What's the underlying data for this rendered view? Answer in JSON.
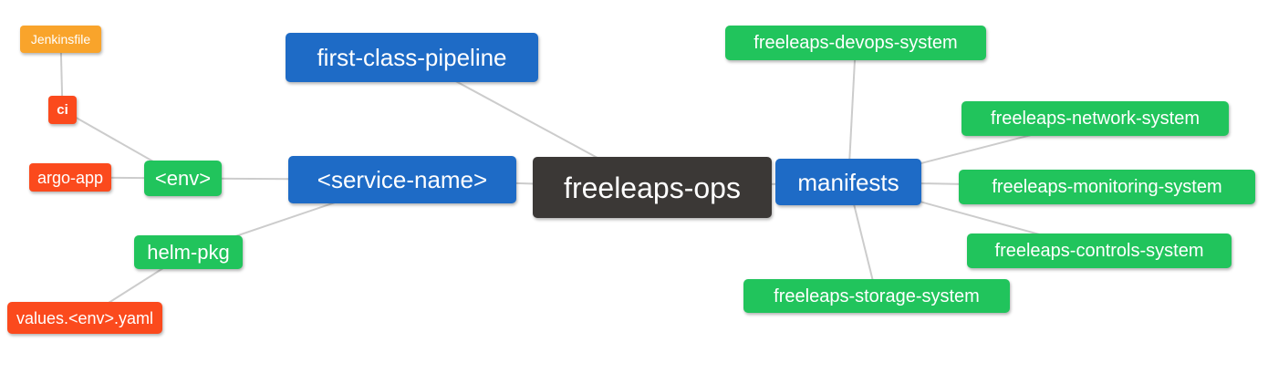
{
  "diagram": {
    "type": "mindmap",
    "root": "freeleaps-ops",
    "palette": {
      "dark": "#3b3836",
      "blue": "#1e6bc6",
      "green": "#21c45c",
      "red": "#fb4a1d",
      "amber": "#f9a42b",
      "line": "#cccccc",
      "text": "#ffffff",
      "background": "#ffffff"
    },
    "nodes": [
      {
        "id": "freeleaps-ops",
        "label": "freeleaps-ops",
        "color": "dark"
      },
      {
        "id": "first-class-pipeline",
        "label": "first-class-pipeline",
        "color": "blue"
      },
      {
        "id": "service-name",
        "label": "<service-name>",
        "color": "blue"
      },
      {
        "id": "manifests",
        "label": "manifests",
        "color": "blue"
      },
      {
        "id": "env",
        "label": "<env>",
        "color": "green"
      },
      {
        "id": "helm-pkg",
        "label": "helm-pkg",
        "color": "green"
      },
      {
        "id": "argo-app",
        "label": "argo-app",
        "color": "red"
      },
      {
        "id": "ci",
        "label": "ci",
        "color": "red"
      },
      {
        "id": "jenkinsfile",
        "label": "Jenkinsfile",
        "color": "amber"
      },
      {
        "id": "values-env-yaml",
        "label": "values.<env>.yaml",
        "color": "red"
      },
      {
        "id": "freeleaps-devops-system",
        "label": "freeleaps-devops-system",
        "color": "green"
      },
      {
        "id": "freeleaps-network-system",
        "label": "freeleaps-network-system",
        "color": "green"
      },
      {
        "id": "freeleaps-monitoring-system",
        "label": "freeleaps-monitoring-system",
        "color": "green"
      },
      {
        "id": "freeleaps-controls-system",
        "label": "freeleaps-controls-system",
        "color": "green"
      },
      {
        "id": "freeleaps-storage-system",
        "label": "freeleaps-storage-system",
        "color": "green"
      }
    ],
    "edges": [
      {
        "from": "freeleaps-ops",
        "to": "first-class-pipeline"
      },
      {
        "from": "freeleaps-ops",
        "to": "service-name"
      },
      {
        "from": "freeleaps-ops",
        "to": "manifests"
      },
      {
        "from": "service-name",
        "to": "env"
      },
      {
        "from": "service-name",
        "to": "helm-pkg"
      },
      {
        "from": "env",
        "to": "argo-app"
      },
      {
        "from": "env",
        "to": "ci"
      },
      {
        "from": "ci",
        "to": "jenkinsfile"
      },
      {
        "from": "helm-pkg",
        "to": "values-env-yaml"
      },
      {
        "from": "manifests",
        "to": "freeleaps-devops-system"
      },
      {
        "from": "manifests",
        "to": "freeleaps-network-system"
      },
      {
        "from": "manifests",
        "to": "freeleaps-monitoring-system"
      },
      {
        "from": "manifests",
        "to": "freeleaps-controls-system"
      },
      {
        "from": "manifests",
        "to": "freeleaps-storage-system"
      }
    ]
  }
}
